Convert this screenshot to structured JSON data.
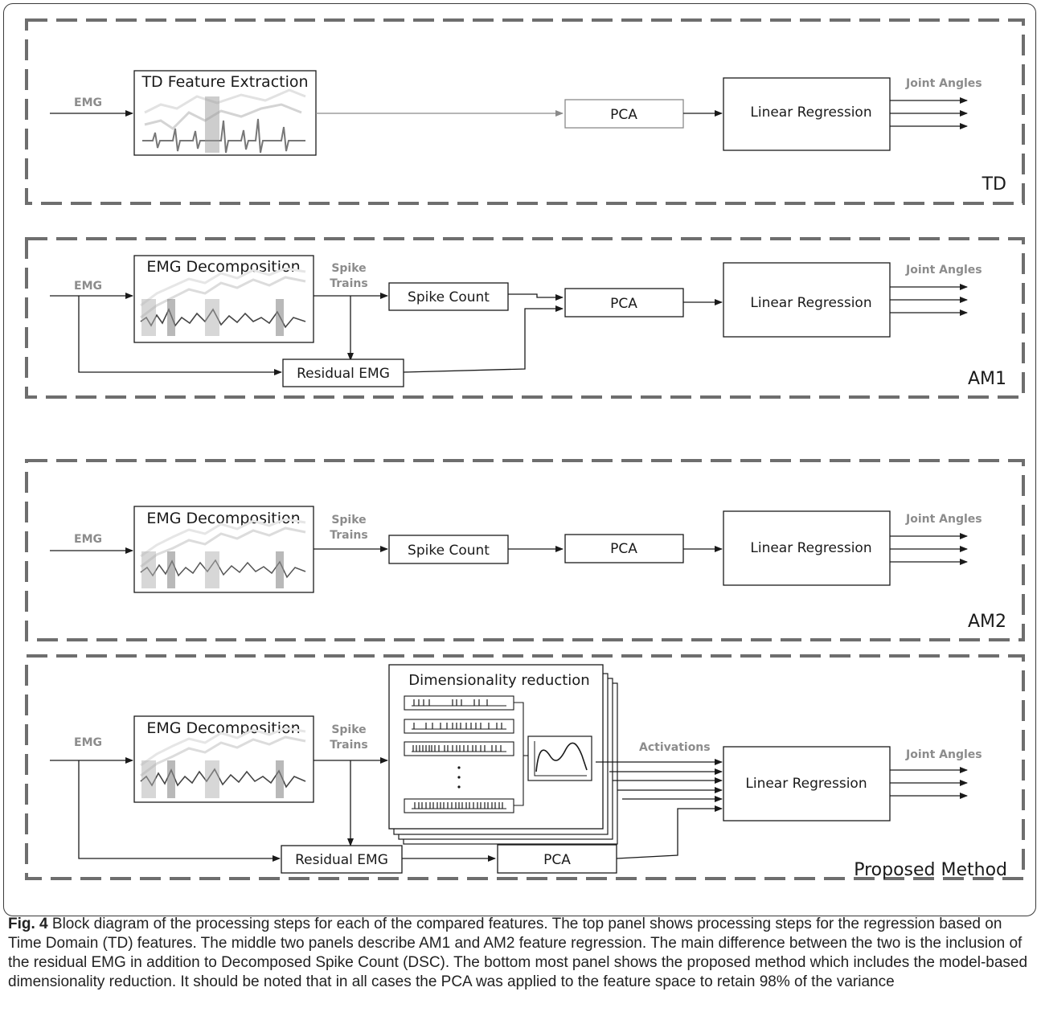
{
  "panels": [
    {
      "tag": "TD",
      "input_label": "EMG",
      "extract_title": "TD Feature Extraction",
      "pca_label": "PCA",
      "regression_label": "Linear Regression",
      "output_label": "Joint Angles"
    },
    {
      "tag": "AM1",
      "input_label": "EMG",
      "decomp_title": "EMG Decomposition",
      "spike_trains_label": [
        "Spike",
        "Trains"
      ],
      "spike_count_label": "Spike Count",
      "residual_label": "Residual EMG",
      "pca_label": "PCA",
      "regression_label": "Linear Regression",
      "output_label": "Joint Angles"
    },
    {
      "tag": "AM2",
      "input_label": "EMG",
      "decomp_title": "EMG Decomposition",
      "spike_trains_label": [
        "Spike",
        "Trains"
      ],
      "spike_count_label": "Spike Count",
      "pca_label": "PCA",
      "regression_label": "Linear Regression",
      "output_label": "Joint Angles"
    },
    {
      "tag": "Proposed Method",
      "input_label": "EMG",
      "decomp_title": "EMG Decomposition",
      "spike_trains_label": [
        "Spike",
        "Trains"
      ],
      "dimred_title": "Dimensionality reduction",
      "activations_label": "Activations",
      "residual_label": "Residual EMG",
      "pca_label": "PCA",
      "regression_label": "Linear Regression",
      "output_label": "Joint Angles"
    }
  ],
  "caption": {
    "fig_label": "Fig. 4",
    "text": " Block diagram of the processing steps for each of the compared features. The top panel shows processing steps for the regression based on Time Domain (TD) features. The middle two panels describe AM1 and AM2 feature regression. The main difference between the two is the inclusion of the residual EMG in addition to Decomposed Spike Count (DSC). The bottom most panel shows the proposed method which includes the model-based dimensionality reduction. It should be noted that in all cases the PCA was applied to the feature space to retain 98% of the variance"
  },
  "colors": {
    "dash": "#6e6e6e",
    "line": "#1a1a1a",
    "grey_label": "#8c8c8c"
  }
}
